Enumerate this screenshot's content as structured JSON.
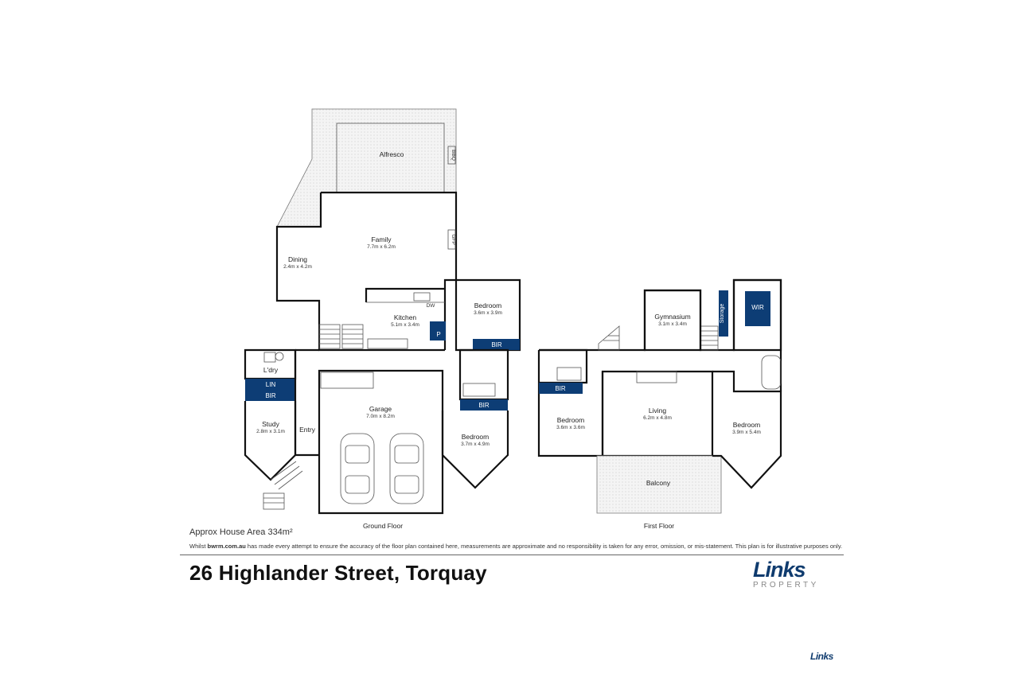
{
  "ground_floor": {
    "label": "Ground Floor",
    "rooms": {
      "alfresco": {
        "name": "Alfresco"
      },
      "family": {
        "name": "Family",
        "size": "7.7m x 6.2m"
      },
      "dining": {
        "name": "Dining",
        "size": "2.4m x 4.2m"
      },
      "kitchen": {
        "name": "Kitchen",
        "size": "5.1m x 3.4m"
      },
      "bedroom": {
        "name": "Bedroom",
        "size": "3.6m x 3.9m"
      },
      "laundry": {
        "name": "L'dry"
      },
      "study": {
        "name": "Study",
        "size": "2.8m x 3.1m"
      },
      "entry": {
        "name": "Entry"
      },
      "garage": {
        "name": "Garage",
        "size": "7.0m x 8.2m"
      },
      "bedroom2": {
        "name": "Bedroom",
        "size": "3.7m x 4.9m"
      }
    },
    "tags": {
      "bbq": "BBQ",
      "gfp": "GFP",
      "dw": "DW",
      "pantry": "P",
      "bir1": "BIR",
      "lin": "LIN",
      "bir2": "BIR",
      "bir3": "BIR"
    }
  },
  "first_floor": {
    "label": "First Floor",
    "rooms": {
      "gymnasium": {
        "name": "Gymnasium",
        "size": "3.1m x 3.4m"
      },
      "bedroom_left": {
        "name": "Bedroom",
        "size": "3.6m x 3.6m"
      },
      "living": {
        "name": "Living",
        "size": "6.2m x 4.8m"
      },
      "bedroom_right": {
        "name": "Bedroom",
        "size": "3.9m x 5.4m"
      },
      "balcony": {
        "name": "Balcony"
      }
    },
    "tags": {
      "storage": "Storage",
      "wir": "WIR",
      "bir": "BIR"
    }
  },
  "footer": {
    "area": "Approx House Area 334m²",
    "disclaimer_prefix": "Whilst ",
    "disclaimer_site": "bwrm.com.au",
    "disclaimer_rest": " has made every attempt to ensure the accuracy of the floor plan contained here, measurements are approximate and no responsibility is taken for any error, omission, or mis-statement. This plan is for illustrative purposes only.",
    "address": "26 Highlander Street, Torquay"
  },
  "logo": {
    "wordmark": "Links",
    "subtitle": "PROPERTY",
    "small": "Links"
  },
  "colors": {
    "tag_fill": "#0d3d75",
    "wall": "#111111"
  }
}
